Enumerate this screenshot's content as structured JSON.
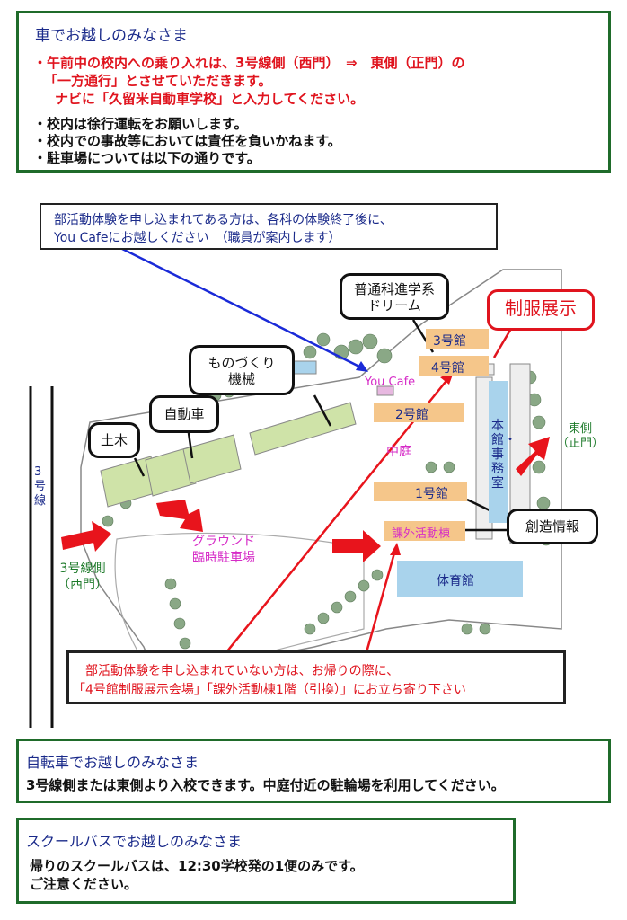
{
  "car": {
    "title": "車でお越しのみなさま",
    "red1": "・午前中の校内への乗り入れは、3号線側（西門）　⇒　東側（正門）の",
    "red2": "「一方通行」とさせていただきます。",
    "red3": "ナビに「久留米自動車学校」と入力してください。",
    "b1": "・校内は徐行運転をお願いします。",
    "b2": "・校内での事故等においては責任を負いかねます。",
    "b3": "・駐車場については以下の通りです。"
  },
  "club_note": {
    "line1": "部活動体験を申し込まれてある方は、各科の体験終了後に、",
    "line2": "You Cafeにお越しください　（職員が案内します）"
  },
  "map": {
    "bubble_futsuka": "普通科進学系\nドリーム",
    "bubble_uniform": "制服展示",
    "bubble_monozukuri": "ものづくり\n機械",
    "bubble_jidosha": "自動車",
    "bubble_doboku": "土木",
    "bubble_sozo": "創造情報",
    "route3": "3号線",
    "bldg3": "3号館",
    "bldg4": "4号館",
    "you_cafe": "You Cafe",
    "bldg2": "2号館",
    "nakaniwa": "中庭",
    "bldg1": "1号館",
    "honkan": "本館・事務室",
    "east": "東側\n（正門）",
    "ground": "グラウンド\n臨時駐車場",
    "west": "3号線側\n（西門）",
    "kagai": "課外活動棟",
    "gym": "体育館"
  },
  "noclub_note": {
    "line1": "部活動体験を申し込まれていない方は、お帰りの際に、",
    "line2": "「4号館制服展示会場」「課外活動棟1階（引換）」にお立ち寄り下さい"
  },
  "bike": {
    "title": "自転車でお越しのみなさま",
    "text": "3号線側または東側より入校できます。中庭付近の駐輪場を利用してください。"
  },
  "bus": {
    "title": "スクールバスでお越しのみなさま",
    "text1": "帰りのスクールバスは、12:30学校発の1便のみです。",
    "text2": "ご注意ください。"
  },
  "colors": {
    "frame_green": "#1f6b2a",
    "red_text": "#e0141e",
    "blue_text": "#1a2a8a",
    "building_orange": "#f5c68a",
    "workshop_green": "#cfe3a8",
    "gym_blue": "#a9d3ec",
    "arrow_red": "#e8141c"
  }
}
